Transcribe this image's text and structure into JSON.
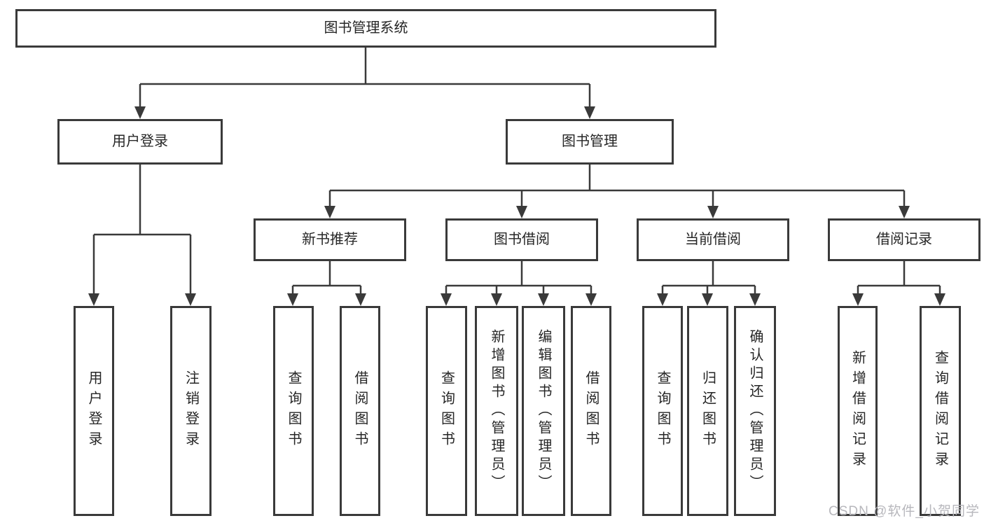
{
  "diagram": {
    "type": "hierarchy-tree",
    "title": "图书管理系统"
  },
  "tree": {
    "label": "图书管理系统",
    "children": [
      {
        "label": "用户登录",
        "children": [
          {
            "label": "用户登录"
          },
          {
            "label": "注销登录"
          }
        ]
      },
      {
        "label": "图书管理",
        "children": [
          {
            "label": "新书推荐",
            "children": [
              {
                "label": "查询图书"
              },
              {
                "label": "借阅图书"
              }
            ]
          },
          {
            "label": "图书借阅",
            "children": [
              {
                "label": "查询图书"
              },
              {
                "label": "新增图书（管理员）"
              },
              {
                "label": "编辑图书（管理员）"
              },
              {
                "label": "借阅图书"
              }
            ]
          },
          {
            "label": "当前借阅",
            "children": [
              {
                "label": "查询图书"
              },
              {
                "label": "归还图书"
              },
              {
                "label": "确认归还（管理员）"
              }
            ]
          },
          {
            "label": "借阅记录",
            "children": [
              {
                "label": "新增借阅记录"
              },
              {
                "label": "查询借阅记录"
              }
            ]
          }
        ]
      }
    ]
  },
  "watermark": {
    "text": "CSDN @软件_小贺同学"
  },
  "colors": {
    "line": "#3a3a3a",
    "text": "#262626",
    "background": "#ffffff",
    "watermark": "#b7b7bc"
  }
}
